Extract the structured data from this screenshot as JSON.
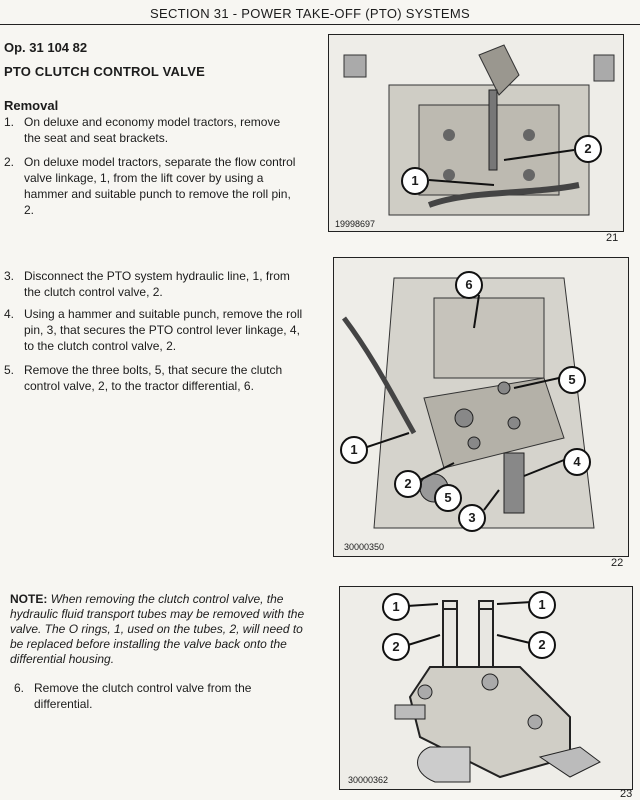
{
  "header": {
    "section_title": "SECTION 31 - POWER TAKE-OFF (PTO) SYSTEMS"
  },
  "op_number": "Op. 31 104 82",
  "title": "PTO CLUTCH CONTROL VALVE",
  "subheading": "Removal",
  "steps": [
    {
      "num": "1.",
      "text": "On deluxe and economy model tractors, remove the seat and seat brackets."
    },
    {
      "num": "2.",
      "text": "On deluxe model tractors, separate the flow control valve linkage, 1, from the lift cover by using a hammer and suitable punch to remove the roll pin, 2."
    },
    {
      "num": "3.",
      "text": "Disconnect the PTO system hydraulic line, 1, from the clutch control valve, 2."
    },
    {
      "num": "4.",
      "text": "Using a hammer and suitable punch, remove the roll pin, 3, that secures the PTO control lever linkage, 4, to the clutch control valve, 2."
    },
    {
      "num": "5.",
      "text": "Remove the three bolts, 5, that secure the clutch control valve, 2, to the tractor differential, 6."
    },
    {
      "num": "6.",
      "text": "Remove the clutch control valve from the differential."
    }
  ],
  "note": {
    "label": "NOTE:",
    "text": "When removing the clutch control valve, the hydraulic fluid transport tubes may be removed with the valve. The O rings, 1, used on the tubes, 2, will need to be replaced before installing the valve back onto the differential housing."
  },
  "figures": [
    {
      "number": "21",
      "code": "19998697",
      "callouts": [
        "1",
        "2"
      ]
    },
    {
      "number": "22",
      "code": "30000350",
      "callouts": [
        "6",
        "5",
        "1",
        "4",
        "2",
        "5",
        "3"
      ]
    },
    {
      "number": "23",
      "code": "30000362",
      "callouts": [
        "1",
        "1",
        "2",
        "2"
      ]
    }
  ]
}
